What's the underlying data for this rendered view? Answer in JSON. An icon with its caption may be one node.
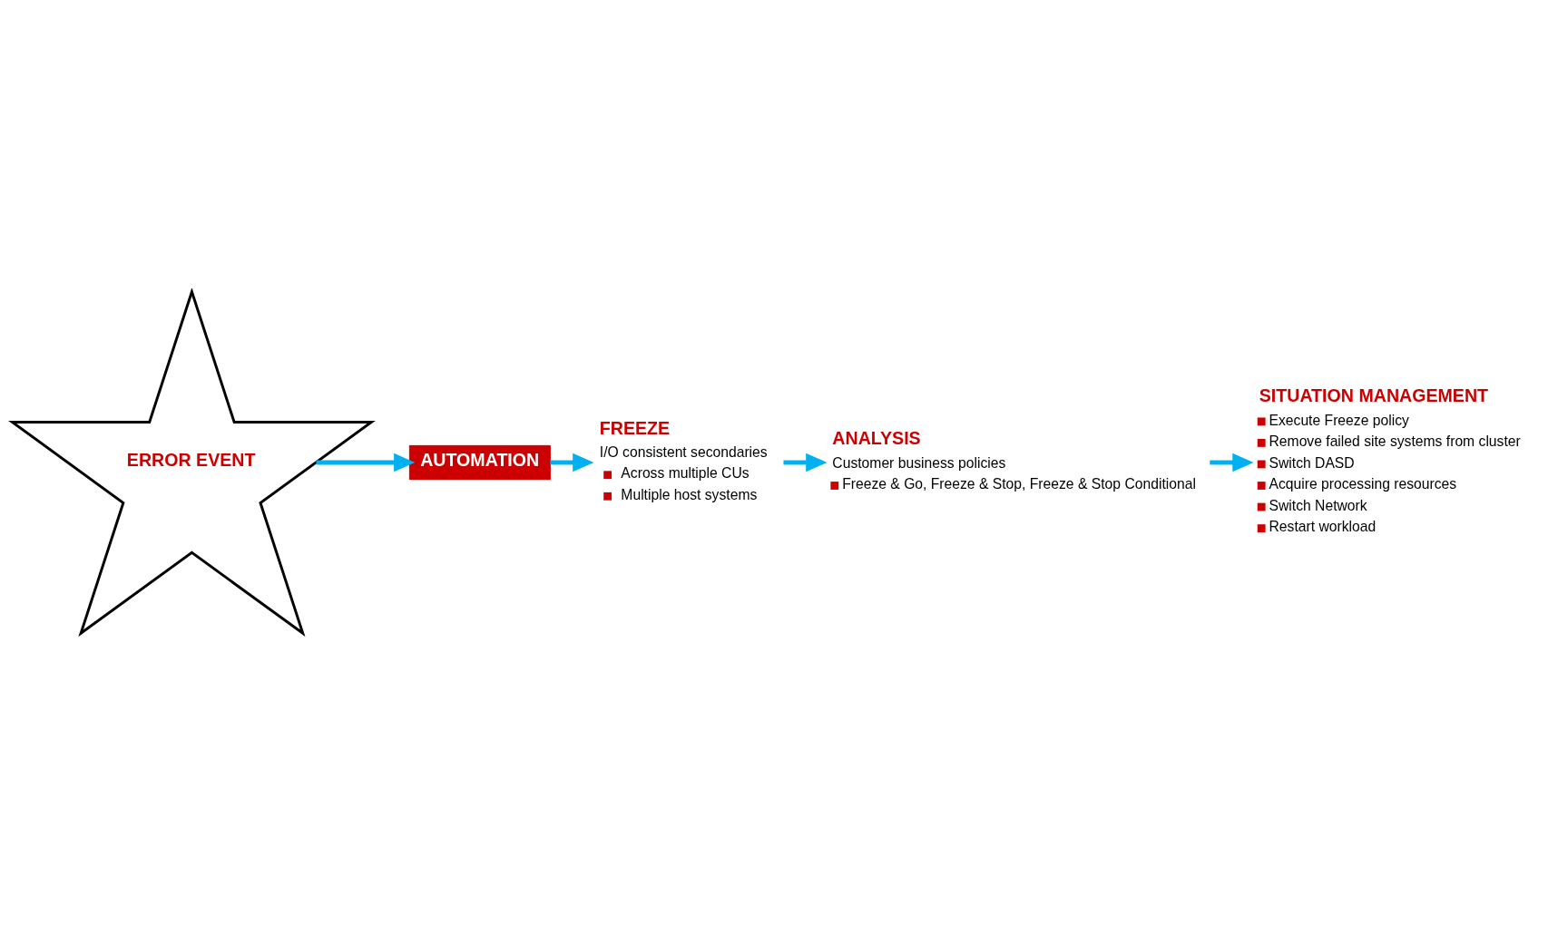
{
  "diagram": {
    "nodes": [
      {
        "text": [
          "ERROR EVENT"
        ]
      },
      {
        "text": [
          "AUTOMATION"
        ]
      },
      {
        "text": [
          "FREEZE",
          "I/O consistent secondaries",
          "Across multiple CUs",
          "Multiple host systems"
        ]
      },
      {
        "text": [
          "ANALYSIS",
          "Customer business policies",
          "Freeze & Go, Freeze & Stop, Freeze & Stop Conditional"
        ]
      },
      {
        "text": [
          "SITUATION MANAGEMENT",
          "Execute Freeze policy",
          "Remove failed site systems from cluster",
          "Switch DASD",
          "Acquire processing resources",
          "Switch Network",
          "Restart workload"
        ]
      }
    ],
    "edges": [
      {
        "from": 0,
        "to": 1,
        "arrow": "to"
      },
      {
        "from": 1,
        "to": 2,
        "arrow": "to"
      },
      {
        "from": 2,
        "to": 3,
        "arrow": "to"
      },
      {
        "from": 3,
        "to": 4,
        "arrow": "to"
      }
    ]
  }
}
